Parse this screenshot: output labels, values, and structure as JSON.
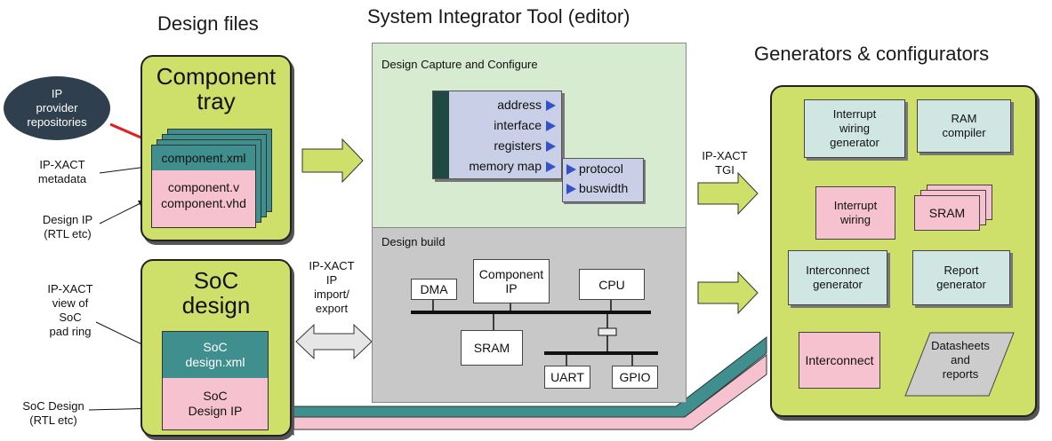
{
  "titles": {
    "design_files": "Design files",
    "integrator": "System Integrator Tool (editor)",
    "generators": "Generators & configurators"
  },
  "left": {
    "repo": [
      "IP",
      "provider",
      "repositories"
    ],
    "component_tray": [
      "Component",
      "tray"
    ],
    "component_xml": "component.xml",
    "component_v": "component.v",
    "component_vhd": "component.vhd",
    "label_metadata": [
      "IP-XACT",
      "metadata"
    ],
    "label_design_ip": [
      "Design IP",
      "(RTL etc)"
    ],
    "soc_design": [
      "SoC",
      "design"
    ],
    "label_view": [
      "IP-XACT",
      "view of",
      "SoC",
      "pad ring"
    ],
    "label_soc_rtl": [
      "SoC Design",
      "(RTL etc)"
    ],
    "soc_design_xml": [
      "SoC",
      "design.xml"
    ],
    "soc_design_ip": [
      "SoC",
      "Design IP"
    ]
  },
  "middle": {
    "capture_title": "Design Capture and Configure",
    "ports": [
      "address",
      "interface",
      "registers",
      "memory map"
    ],
    "sub_ports": [
      "protocol",
      "buswidth"
    ],
    "build_title": "Design build",
    "blocks": {
      "dma": "DMA",
      "component_ip": [
        "Component",
        "IP"
      ],
      "cpu": "CPU",
      "sram": "SRAM",
      "uart": "UART",
      "gpio": "GPIO"
    },
    "import_export": [
      "IP-XACT",
      "IP",
      "import/",
      "export"
    ],
    "tgi": [
      "IP-XACT",
      "TGI"
    ]
  },
  "right": {
    "interrupt_gen": [
      "Interrupt",
      "wiring",
      "generator"
    ],
    "ram_compiler": [
      "RAM",
      "compiler"
    ],
    "interrupt_wiring": [
      "Interrupt",
      "wiring"
    ],
    "sram": "SRAM",
    "interconnect_gen": [
      "Interconnect",
      "generator"
    ],
    "report_gen": [
      "Report",
      "generator"
    ],
    "interconnect": "Interconnect",
    "datasheets": [
      "Datasheets",
      "and",
      "reports"
    ]
  },
  "colors": {
    "panel_green": "#cfe06a",
    "capture_green": "#d6ebd0",
    "build_grey": "#c8c8c8",
    "blue_box": "#cfe6e2",
    "pink_box": "#f6c2cf",
    "teal": "#3f8f8e",
    "red_arrow": "#e02020",
    "port_blue": "#3452c7"
  }
}
